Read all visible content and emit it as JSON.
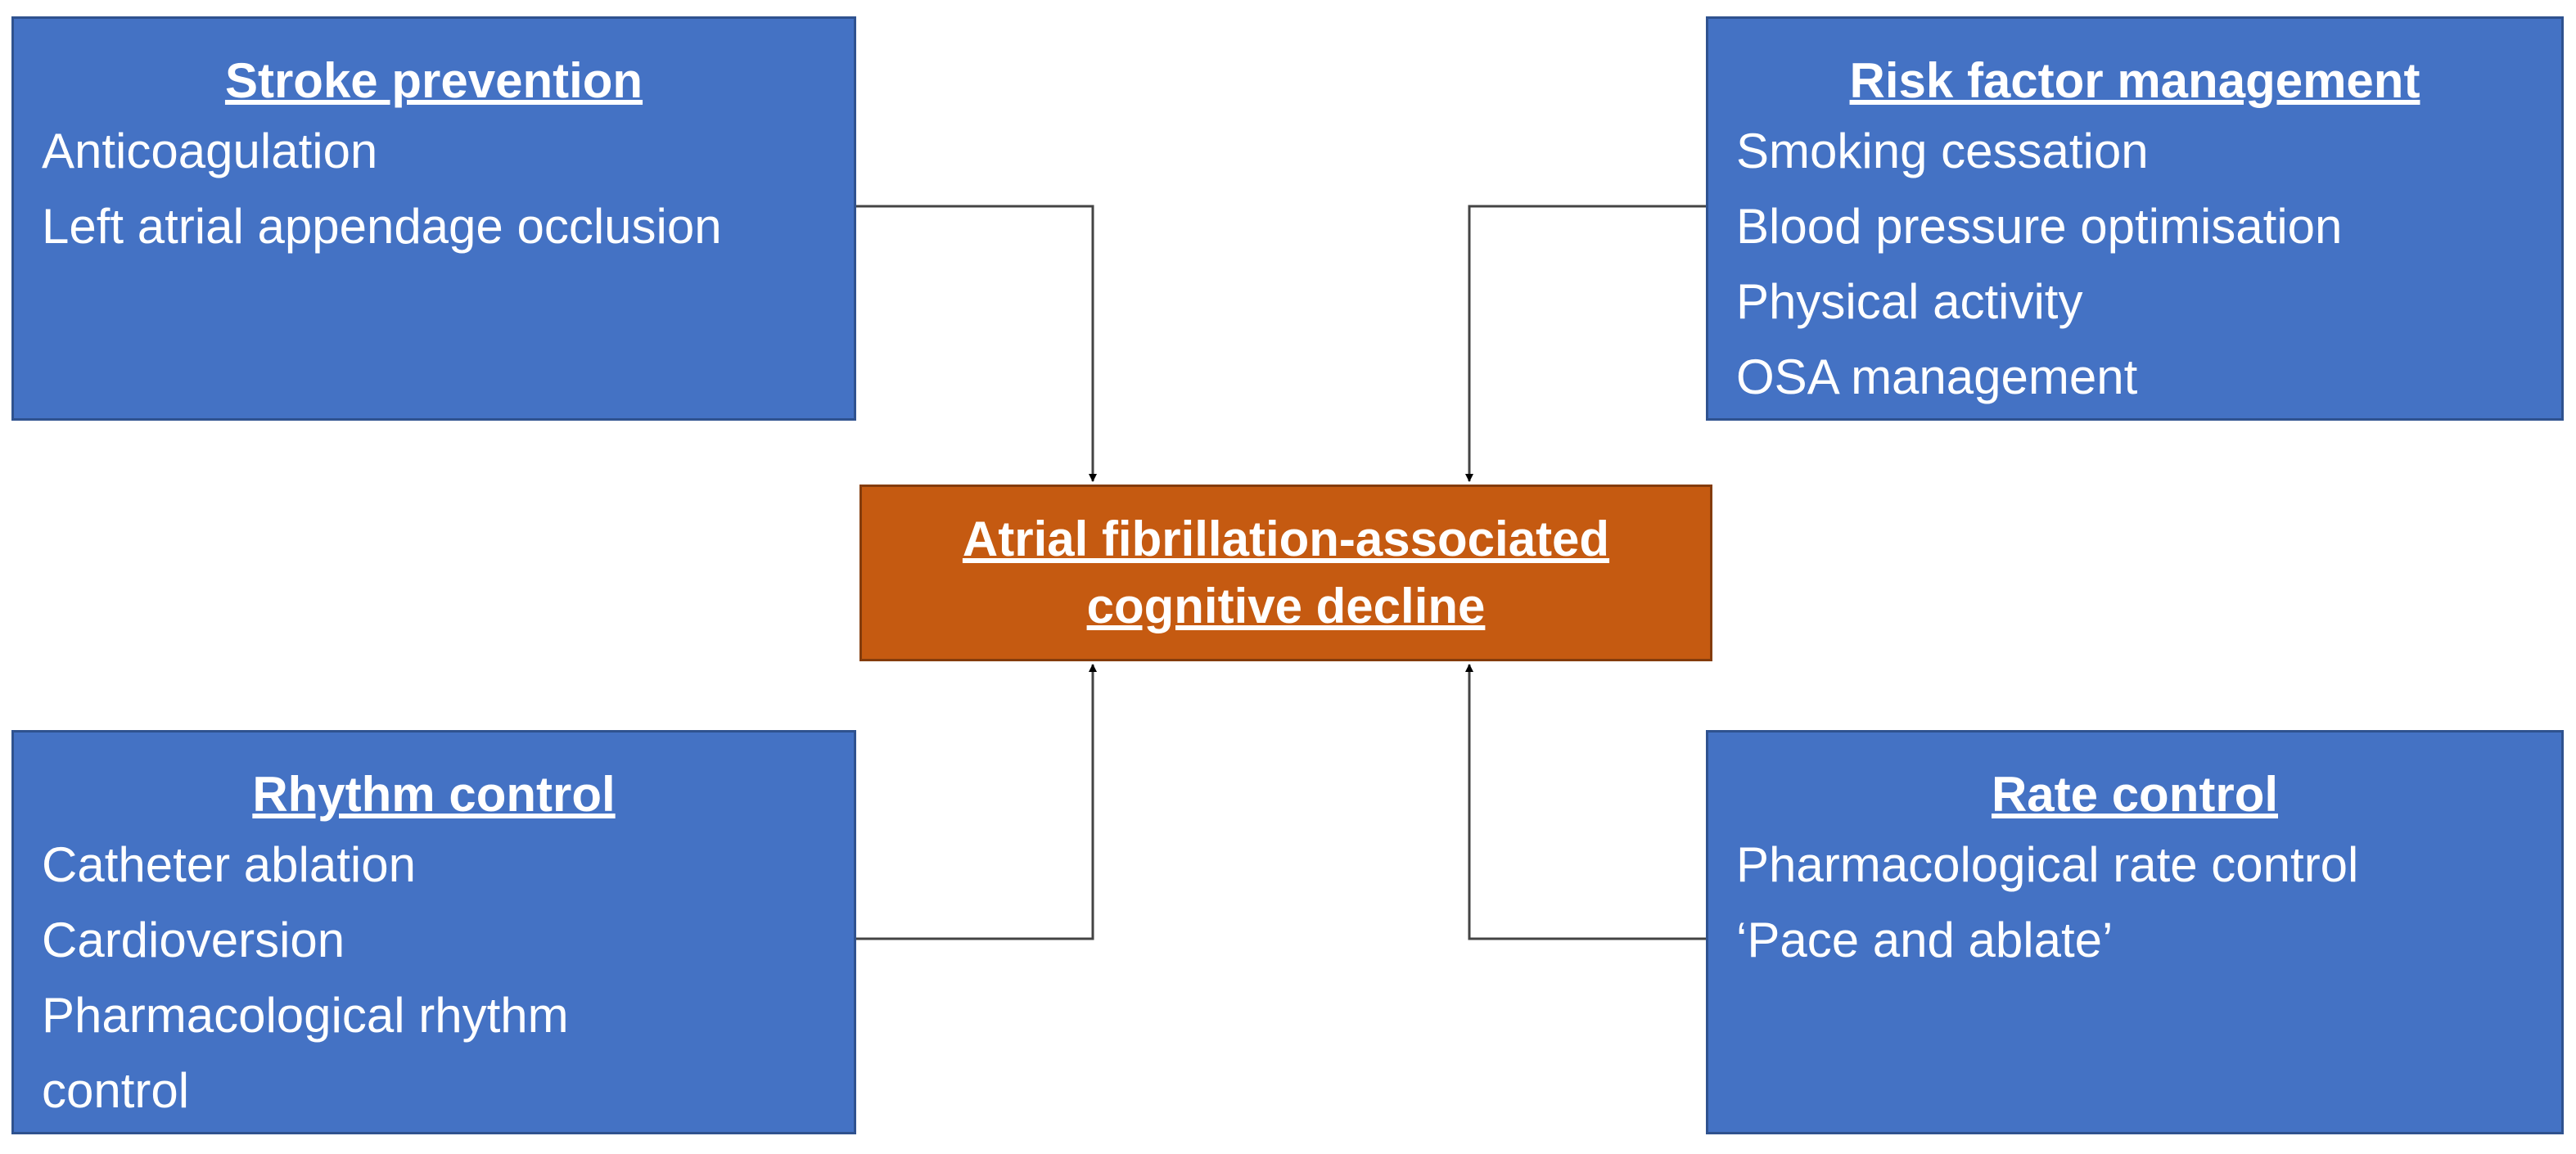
{
  "boxes": {
    "stroke_prevention": {
      "title": "Stroke prevention",
      "items": [
        "Anticoagulation",
        "Left atrial appendage occlusion"
      ]
    },
    "risk_factor_management": {
      "title": "Risk factor management",
      "items": [
        "Smoking cessation",
        "Blood pressure optimisation",
        "Physical activity",
        "OSA management"
      ]
    },
    "rhythm_control": {
      "title": "Rhythm control",
      "items": [
        "Catheter ablation",
        "Cardioversion",
        "Pharmacological rhythm",
        "control"
      ]
    },
    "rate_control": {
      "title": "Rate control",
      "items": [
        "Pharmacological rate control",
        "‘Pace and ablate’"
      ]
    }
  },
  "center": {
    "lines": [
      "Atrial fibrillation-associated",
      "cognitive decline"
    ]
  },
  "colors": {
    "box_fill": "#4472c4",
    "center_fill": "#c55a11",
    "connector": "#333333"
  }
}
